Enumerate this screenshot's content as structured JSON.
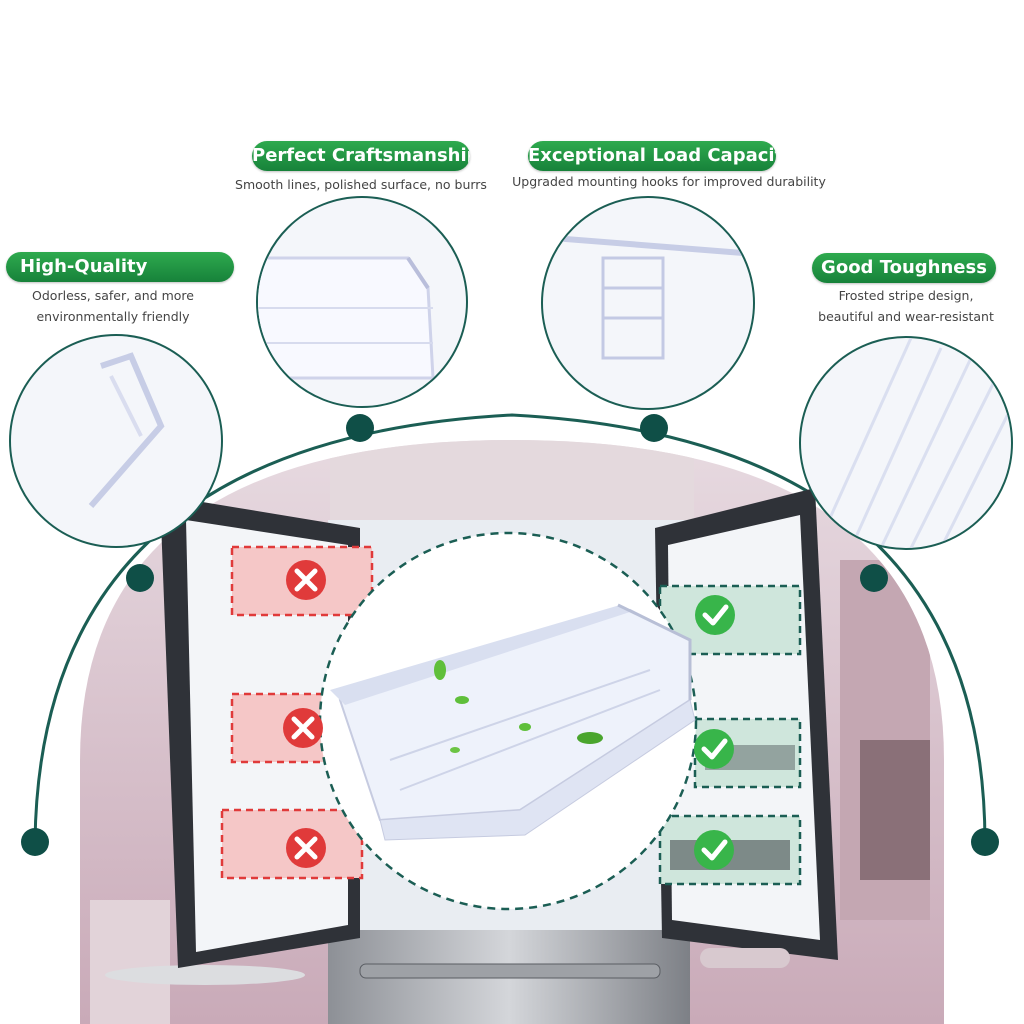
{
  "features": [
    {
      "title": "Perfect Craftsmanship",
      "lines": [
        "Smooth lines, polished surface, no burrs"
      ]
    },
    {
      "title": "Exceptional Load Capacity",
      "lines": [
        "Upgraded mounting hooks for improved durability"
      ]
    },
    {
      "title": "High-Quality",
      "lines": [
        "Odorless, safer, and more",
        "environmentally friendly"
      ]
    },
    {
      "title": "Good Toughness",
      "lines": [
        "Frosted stripe design,",
        "beautiful and wear-resistant"
      ]
    }
  ],
  "colors": {
    "pill_green": "#1f9a45",
    "ring_teal": "#1b5e54",
    "bad_red": "#e03a3a",
    "good_green": "#38b54a"
  },
  "icons": [
    "x-icon",
    "check-icon"
  ]
}
